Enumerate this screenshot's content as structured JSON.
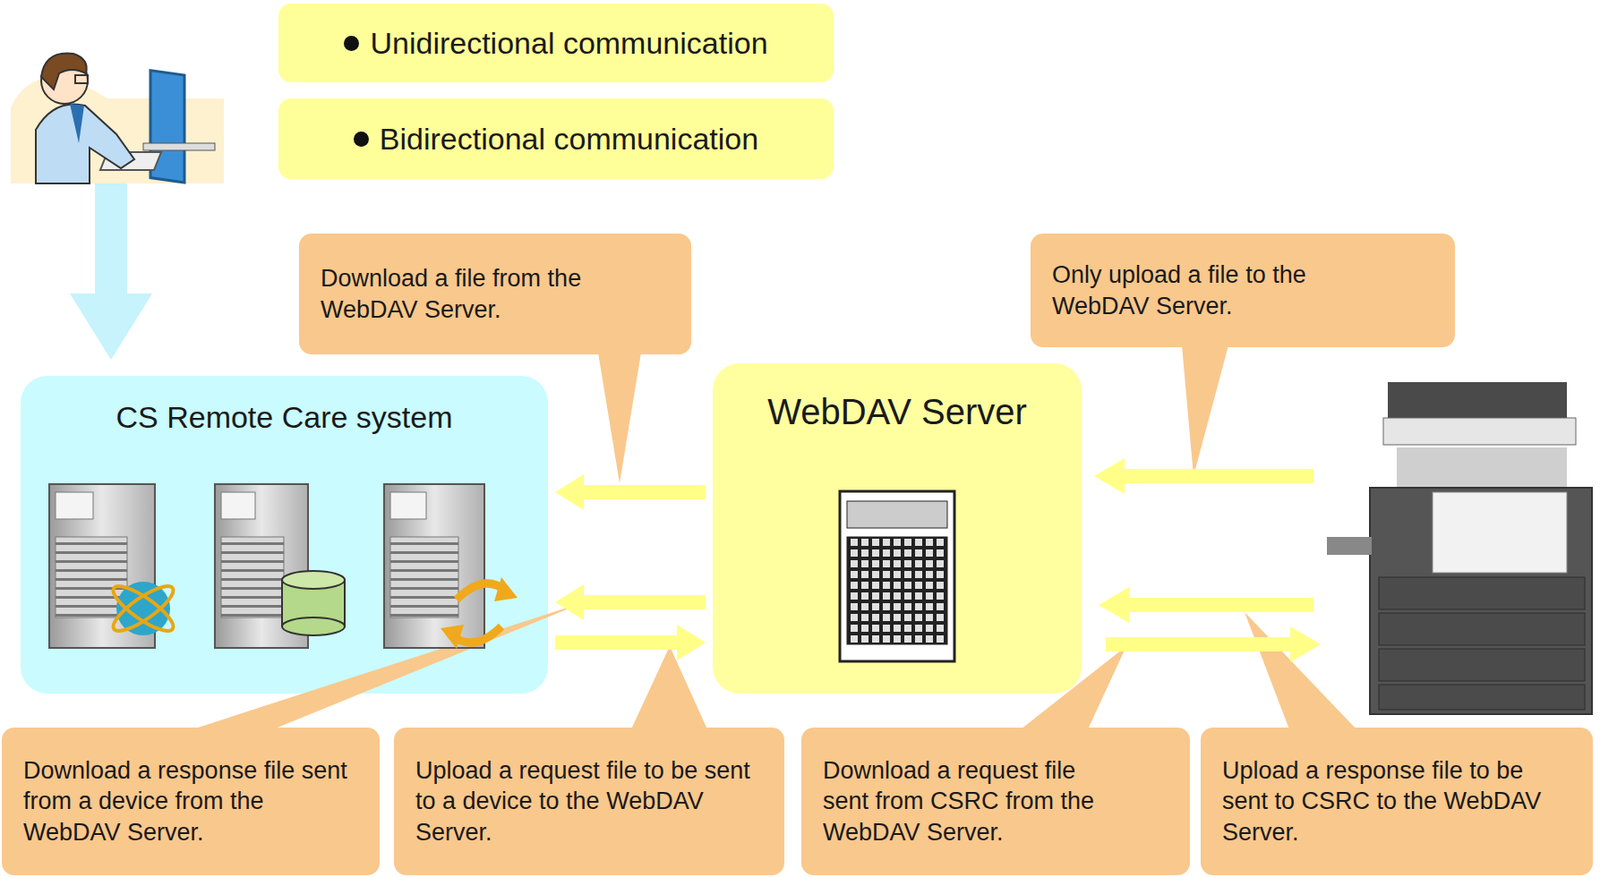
{
  "diagram": {
    "nodes": [
      {
        "text": [
          "Unidirectional communication"
        ]
      },
      {
        "text": [
          "Bidirectional communication"
        ]
      },
      {
        "text": [
          "Download a file from the WebDAV Server."
        ]
      },
      {
        "text": [
          "Only upload a file to the WebDAV Server."
        ]
      },
      {
        "text": [
          "CS Remote Care system"
        ]
      },
      {
        "text": [
          "WebDAV Server"
        ]
      },
      {
        "text": [
          "Download a response file sent from a device from the WebDAV Server."
        ]
      },
      {
        "text": [
          "Upload a request file to be sent to a device to the WebDAV Server."
        ]
      },
      {
        "text": [
          "Download a request file sent from CSRC from the WebDAV Server."
        ]
      },
      {
        "text": [
          "Upload a response file to be sent to CSRC to the WebDAV Server."
        ]
      }
    ],
    "edges": [
      {
        "from": 5,
        "to": 4,
        "arrow": "to"
      },
      {
        "from": 5,
        "to": 4,
        "arrow": "to"
      },
      {
        "from": 4,
        "to": 5,
        "arrow": "to"
      }
    ]
  }
}
